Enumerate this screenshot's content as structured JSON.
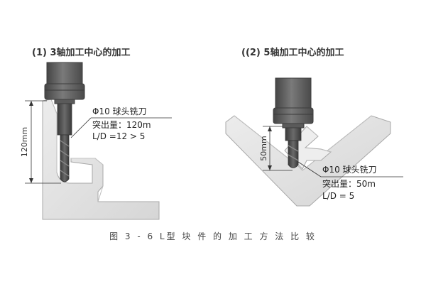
{
  "left_panel": {
    "title": "(1) 3轴加工中心的加工",
    "dimension_label": "120mm",
    "tool_label": "Φ10 球头铣刀",
    "overhang_label": "突出量：120m",
    "ratio_label": "L/D =12 > 5"
  },
  "right_panel": {
    "title": "((2) 5轴加工中心的加工",
    "dimension_label": "50mm",
    "tool_label": "Φ10 球头铣刀",
    "overhang_label": "突出量：50m",
    "ratio_label": "L/D = 5"
  },
  "caption": "图 3 - 6  L型 块 件 的 加 工 方 法 比 较",
  "colors": {
    "part_fill": "#e2e2e2",
    "part_stroke": "#a8a8a8",
    "spindle_dark": "#5e5e5e",
    "spindle_holder": "#6c6c6c",
    "tool": "#4a4a4a",
    "line": "#333333"
  }
}
